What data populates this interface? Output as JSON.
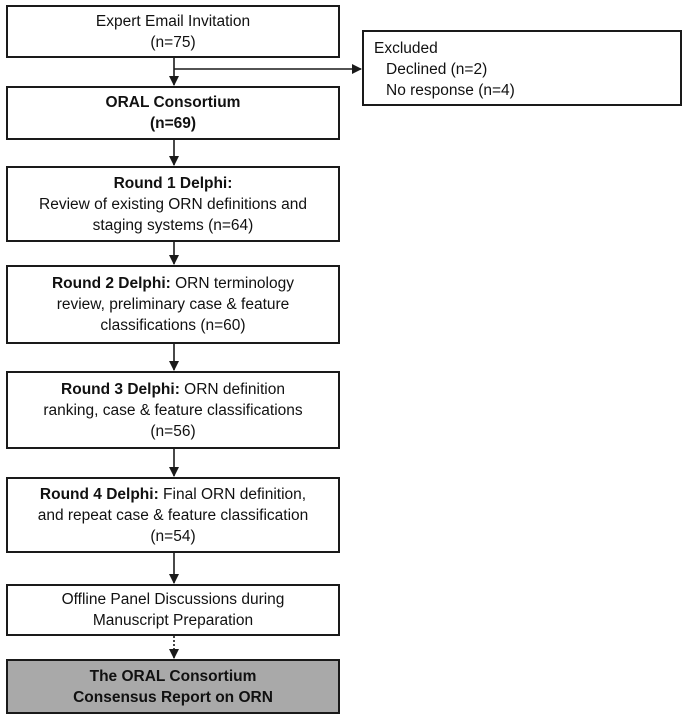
{
  "nodes": {
    "invitation": {
      "line1": "Expert Email Invitation",
      "line2": "(n=75)"
    },
    "excluded": {
      "title": "Excluded",
      "item1": "Declined (n=2)",
      "item2": "No response (n=4)"
    },
    "consortium": {
      "line1": "ORAL Consortium",
      "line2": "(n=69)"
    },
    "round1": {
      "bold": "Round 1 Delphi:",
      "line2": "Review of existing ORN definitions and",
      "line3": "staging systems (n=64)"
    },
    "round2": {
      "bold": "Round 2 Delphi:",
      "line1_rest": " ORN terminology",
      "line2": "review, preliminary case & feature",
      "line3": "classifications (n=60)"
    },
    "round3": {
      "bold": "Round 3 Delphi:",
      "line1_rest": " ORN definition",
      "line2": "ranking, case & feature classifications",
      "line3": "(n=56)"
    },
    "round4": {
      "bold": "Round 4 Delphi:",
      "line1_rest": " Final ORN definition,",
      "line2": "and repeat case & feature classification",
      "line3": "(n=54)"
    },
    "offline": {
      "line1": "Offline Panel Discussions during",
      "line2": "Manuscript Preparation"
    },
    "final": {
      "line1": "The ORAL Consortium",
      "line2": "Consensus Report on ORN"
    }
  },
  "colors": {
    "final_fill": "#a9a9a9",
    "border": "#1a1a1a"
  }
}
